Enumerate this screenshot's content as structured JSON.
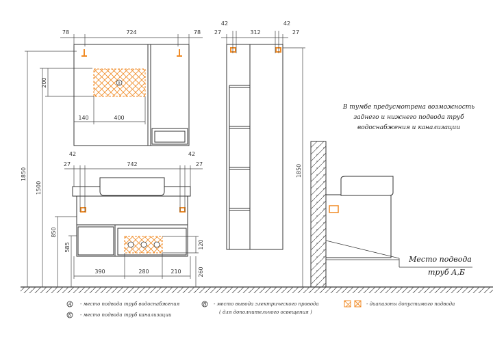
{
  "front_upper": {
    "width_top": "724",
    "side_left": "78",
    "side_right": "78",
    "height_box": "200",
    "box_offset": "140",
    "box_width": "400"
  },
  "front_lower": {
    "width_top": "742",
    "pipe_left_outer": "42",
    "pipe_left_inner": "27",
    "pipe_right_outer": "42",
    "pipe_right_inner": "27",
    "bottom_left": "390",
    "bottom_mid": "280",
    "bottom_right": "210",
    "h_120": "120",
    "h_260": "260"
  },
  "heights": {
    "total": "1850",
    "h1500": "1500",
    "h850": "850",
    "h585": "585"
  },
  "tall_cabinet": {
    "left_outer": "42",
    "right_outer": "42",
    "left_inner": "27",
    "width": "312",
    "right_inner": "27",
    "height": "1850"
  },
  "note_lines": [
    "В тумбе предусмотрена возможность",
    "заднего и нижнего подвода труб",
    "водоснабжения и канализации"
  ],
  "callout": {
    "line1": "Место подвода",
    "line2": "труб А,Б"
  },
  "legend": {
    "a_letter": "А",
    "a_text": "- место подвода труб водоснабжения",
    "b_letter": "Б",
    "b_text": "- место подвода труб канализации",
    "v_letter": "В",
    "v_text1": "- место вывода электрического провода",
    "v_text2": "( для дополнительного освещения )",
    "range_text": "- диапазоны допустимого подвода"
  },
  "colors": {
    "accent": "#f08a24",
    "line": "#333333"
  }
}
